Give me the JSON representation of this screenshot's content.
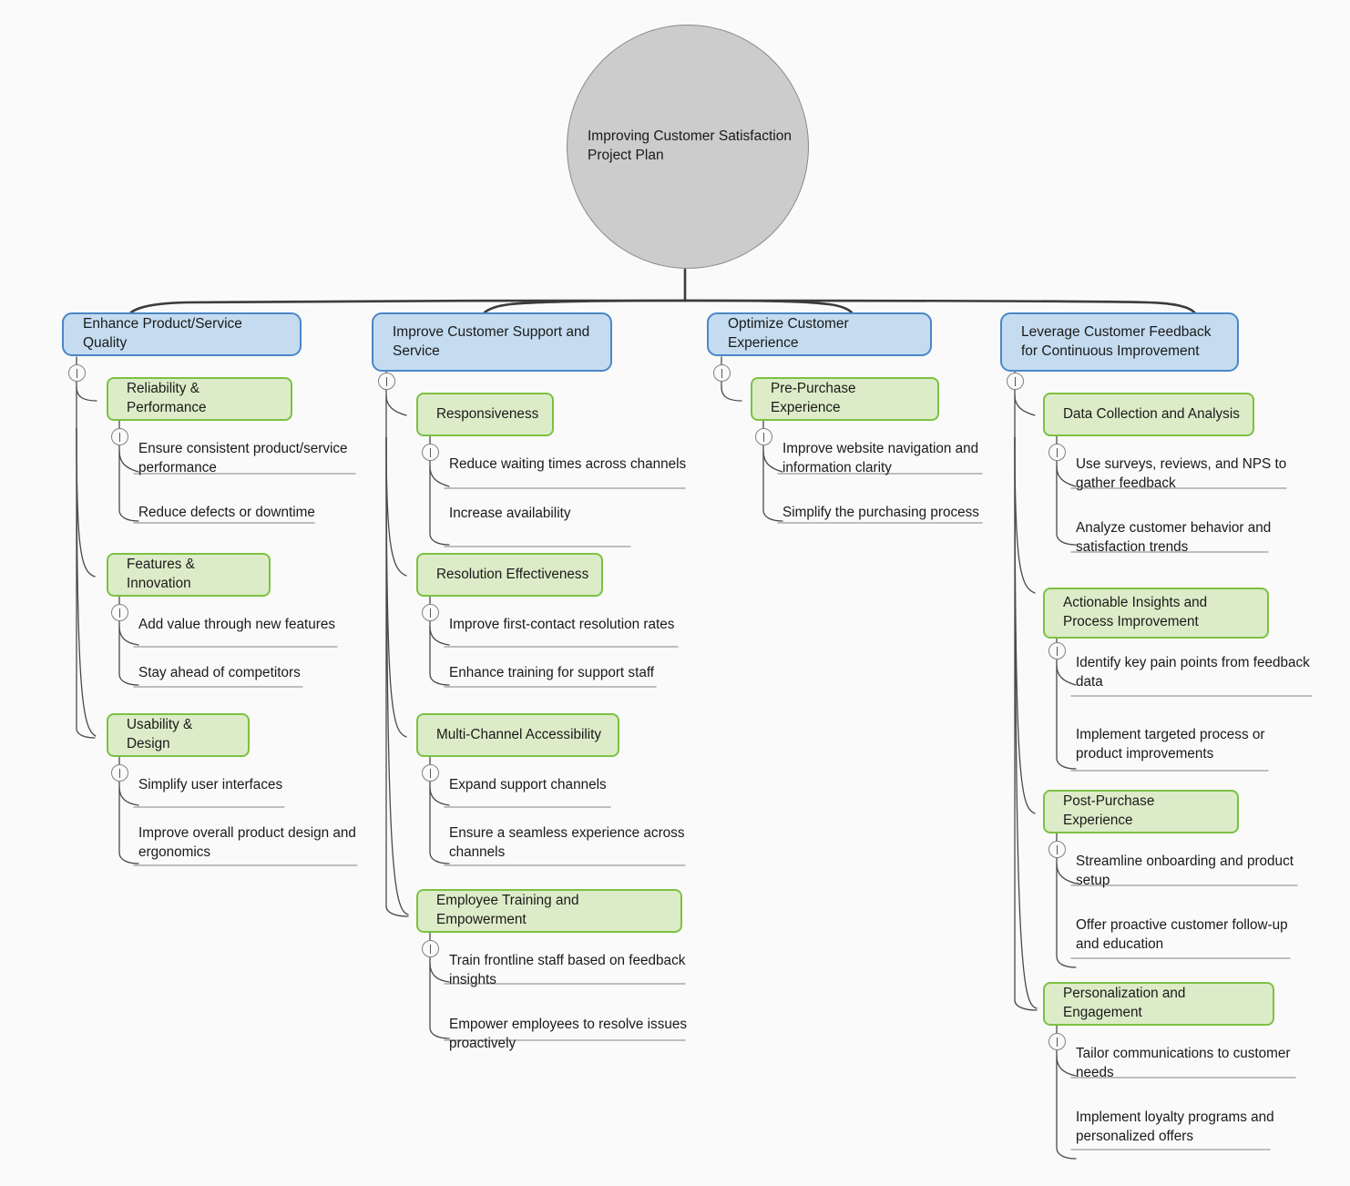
{
  "diagram": {
    "type": "mindmap",
    "background_color": "#fafafa",
    "root": {
      "label": "Improving Customer Satisfaction Project Plan",
      "shape": "circle",
      "fill": "#cccccc",
      "stroke": "#8a8a8a"
    },
    "level1_style": {
      "fill": "#c5dcf0",
      "stroke": "#4a87c7"
    },
    "level2_style": {
      "fill": "#dcecc8",
      "stroke": "#7cc142"
    },
    "toggle_icon": "collapse-toggle-icon",
    "branches": [
      {
        "label": "Enhance Product/Service Quality",
        "children": [
          {
            "label": "Reliability & Performance",
            "children": [
              {
                "label": "Ensure consistent product/service performance"
              },
              {
                "label": "Reduce defects or downtime"
              }
            ]
          },
          {
            "label": "Features & Innovation",
            "children": [
              {
                "label": "Add value through new features"
              },
              {
                "label": "Stay ahead of competitors"
              }
            ]
          },
          {
            "label": "Usability & Design",
            "children": [
              {
                "label": "Simplify user interfaces"
              },
              {
                "label": "Improve overall product design and ergonomics"
              }
            ]
          }
        ]
      },
      {
        "label": "Improve Customer Support and Service",
        "children": [
          {
            "label": "Responsiveness",
            "children": [
              {
                "label": "Reduce waiting times across channels"
              },
              {
                "label": "Increase availability"
              }
            ]
          },
          {
            "label": "Resolution Effectiveness",
            "children": [
              {
                "label": "Improve first-contact resolution rates"
              },
              {
                "label": "Enhance training for support staff"
              }
            ]
          },
          {
            "label": "Multi-Channel Accessibility",
            "children": [
              {
                "label": "Expand support channels"
              },
              {
                "label": "Ensure a seamless experience across channels"
              }
            ]
          },
          {
            "label": "Employee Training and Empowerment",
            "children": [
              {
                "label": "Train frontline staff based on feedback insights"
              },
              {
                "label": "Empower employees to resolve issues proactively"
              }
            ]
          }
        ]
      },
      {
        "label": "Optimize Customer Experience",
        "children": [
          {
            "label": "Pre-Purchase Experience",
            "children": [
              {
                "label": "Improve website navigation and information clarity"
              },
              {
                "label": "Simplify the purchasing process"
              }
            ]
          }
        ]
      },
      {
        "label": "Leverage Customer Feedback for Continuous Improvement",
        "children": [
          {
            "label": "Data Collection and Analysis",
            "children": [
              {
                "label": "Use surveys, reviews, and NPS to gather feedback"
              },
              {
                "label": "Analyze customer behavior and satisfaction trends"
              }
            ]
          },
          {
            "label": "Actionable Insights and Process Improvement",
            "children": [
              {
                "label": "Identify key pain points from feedback data"
              },
              {
                "label": "Implement targeted process or product improvements"
              }
            ]
          },
          {
            "label": "Post-Purchase Experience",
            "children": [
              {
                "label": "Streamline onboarding and product setup"
              },
              {
                "label": "Offer proactive customer follow-up and education"
              }
            ]
          },
          {
            "label": "Personalization and Engagement",
            "children": [
              {
                "label": "Tailor communications to customer needs"
              },
              {
                "label": "Implement loyalty programs and personalized offers"
              }
            ]
          }
        ]
      }
    ]
  }
}
